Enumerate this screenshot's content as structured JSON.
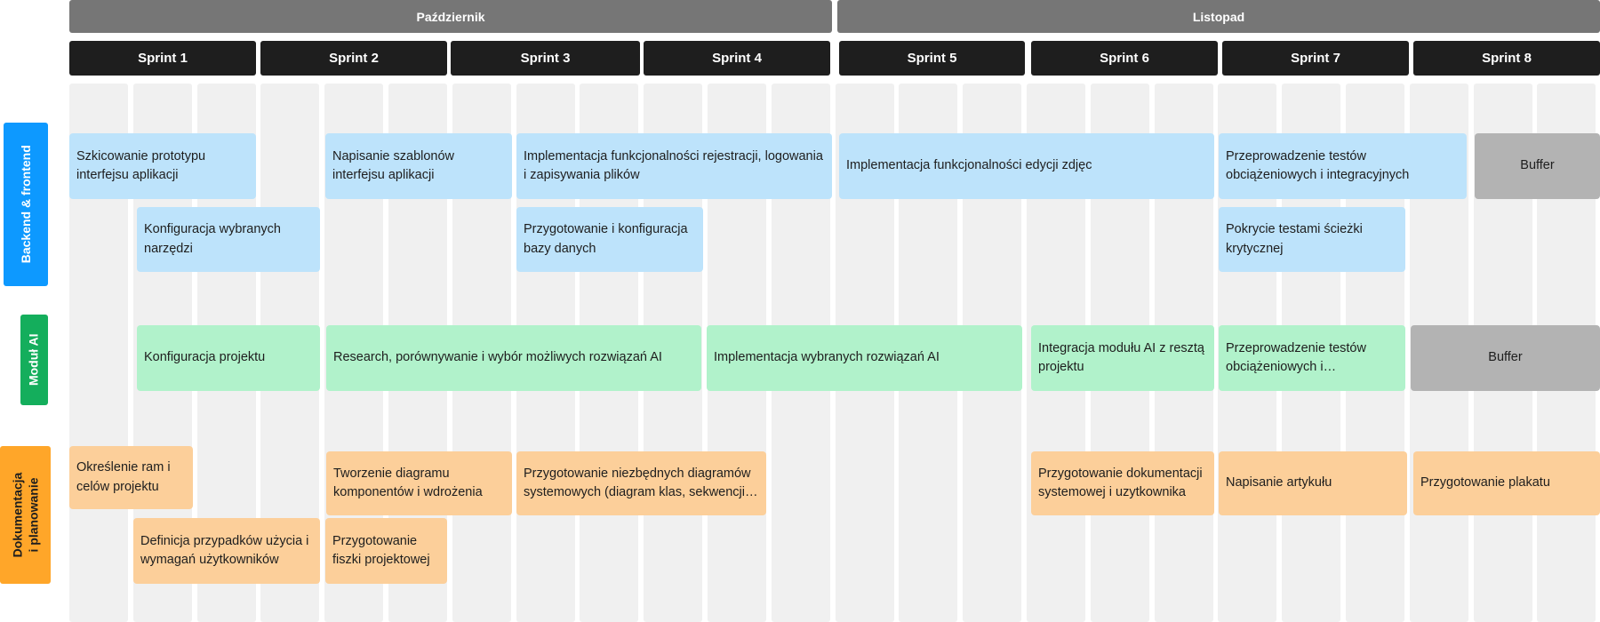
{
  "months": [
    {
      "label": "Październik"
    },
    {
      "label": "Listopad"
    }
  ],
  "sprints": [
    {
      "label": "Sprint 1"
    },
    {
      "label": "Sprint 2"
    },
    {
      "label": "Sprint 3"
    },
    {
      "label": "Sprint 4"
    },
    {
      "label": "Sprint 5"
    },
    {
      "label": "Sprint 6"
    },
    {
      "label": "Sprint 7"
    },
    {
      "label": "Sprint 8"
    }
  ],
  "lanes": [
    {
      "label": "Backend & frontend",
      "color": "#0d99ff"
    },
    {
      "label": "Moduł AI",
      "color": "#14ae5c"
    },
    {
      "label": "Dokumentacja i planowanie",
      "color": "#ffa629"
    }
  ],
  "tasks": {
    "backend": [
      "Szkicowanie prototypu interfejsu aplikacji",
      "Napisanie szablonów interfejsu aplikacji",
      "Implementacja funkcjonalności rejestracji, logowania i zapisywania plików",
      "Implementacja funkcjonalności edycji zdjęc",
      "Przeprowadzenie testów obciążeniowych i integracyjnych",
      "Buffer",
      "Konfiguracja wybranych narzędzi",
      "Przygotowanie i konfiguracja bazy danych",
      "Pokrycie testami ścieżki krytycznej"
    ],
    "ai": [
      "Konfiguracja projektu",
      "Research, porównywanie i wybór możliwych rozwiązań AI",
      "Implementacja wybranych rozwiązań AI",
      "Integracja modułu AI z resztą projektu",
      "Przeprowadzenie testów obciążeniowych i integracyjnych",
      "Buffer"
    ],
    "docs": [
      "Określenie ram i celów projektu",
      "Tworzenie diagramu komponentów i wdrożenia",
      "Przygotowanie niezbędnych diagramów systemowych (diagram klas, sekwencji, przypadków użycia)",
      "Przygotowanie dokumentacji systemowej i uzytkownika",
      "Napisanie artykułu",
      "Przygotowanie plakatu",
      "Definicja przypadków użycia i wymagań użytkowników",
      "Przygotowanie fiszki projektowej"
    ]
  },
  "colors": {
    "month_header": "#767676",
    "sprint_header": "#1e1e1e",
    "column": "#f0f0f0",
    "backend_task": "#bde3fb",
    "ai_task": "#b1f2cb",
    "docs_task": "#fccf9a",
    "buffer": "#b3b3b3"
  }
}
